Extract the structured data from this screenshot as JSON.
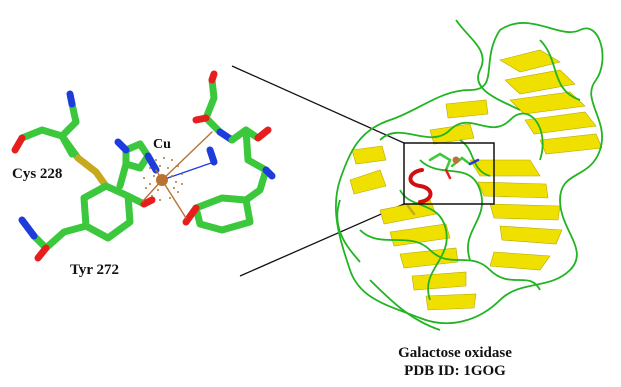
{
  "labels": {
    "cys": "Cys 228",
    "tyr": "Tyr 272",
    "cu": "Cu"
  },
  "caption": {
    "line1": "Galactose oxidase",
    "line2": "PDB ID: 1GOG"
  },
  "colors": {
    "carbon": "#3cc83c",
    "oxygen": "#e61e1e",
    "nitrogen": "#1e3cdc",
    "sulfur": "#c8a81e",
    "copper": "#b87333",
    "coil": "#22b422",
    "sheet": "#f0e000",
    "helix": "#d01010"
  },
  "icons": {
    "active-site": "stick-model",
    "protein": "ribbon-model"
  }
}
